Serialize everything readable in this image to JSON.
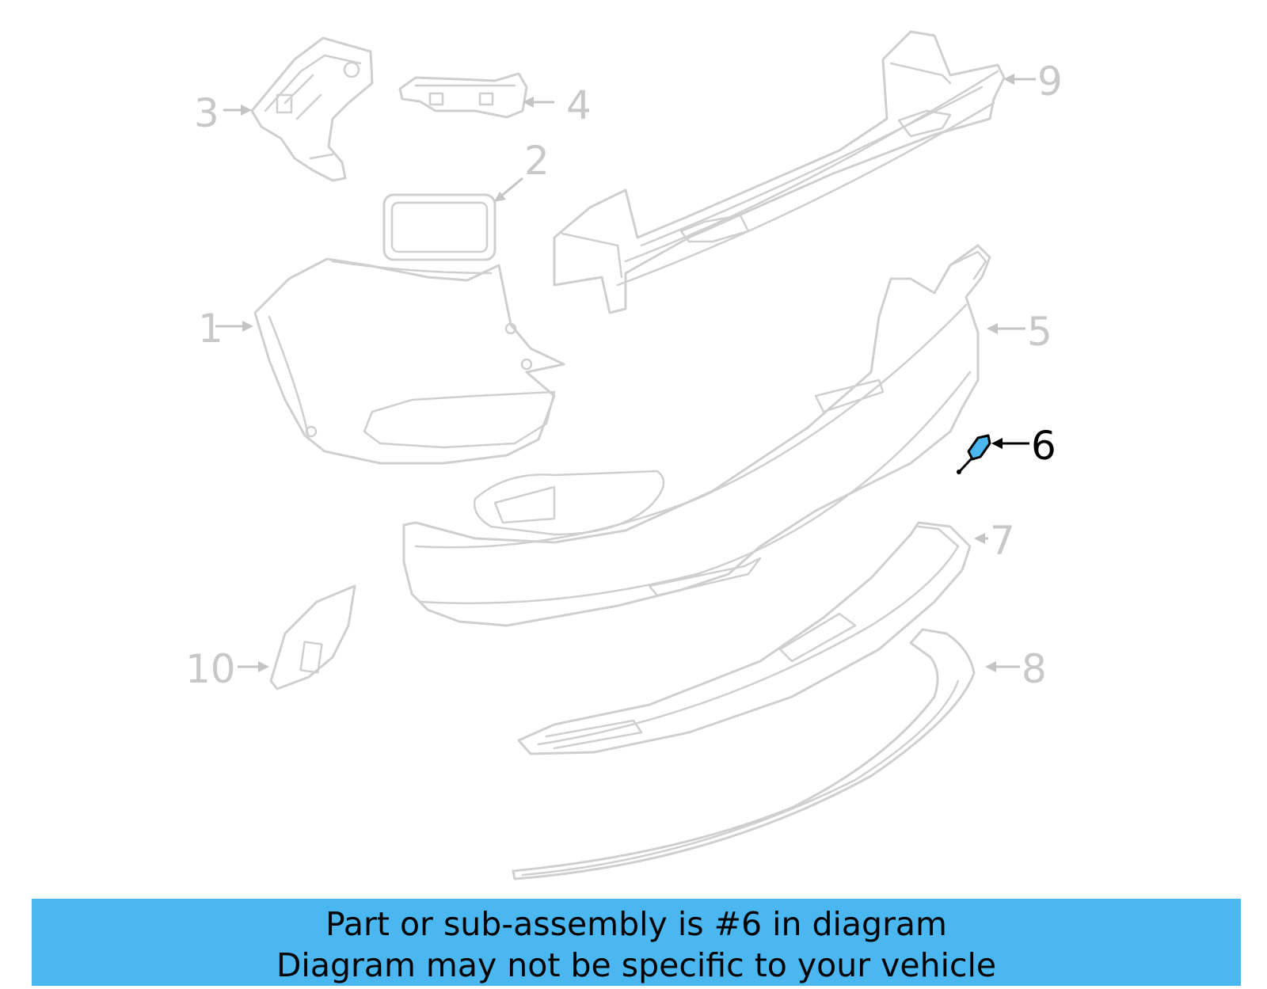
{
  "diagram": {
    "highlight_callout": "6",
    "highlight_color": "#4ab7f0",
    "callouts": {
      "c1": "1",
      "c2": "2",
      "c3": "3",
      "c4": "4",
      "c5": "5",
      "c6": "6",
      "c7": "7",
      "c8": "8",
      "c9": "9",
      "c10": "10"
    }
  },
  "banner": {
    "line1": "Part or sub-assembly is #6 in diagram",
    "line2": "Diagram may not be specific to your vehicle",
    "background": "#4ab7f0"
  }
}
